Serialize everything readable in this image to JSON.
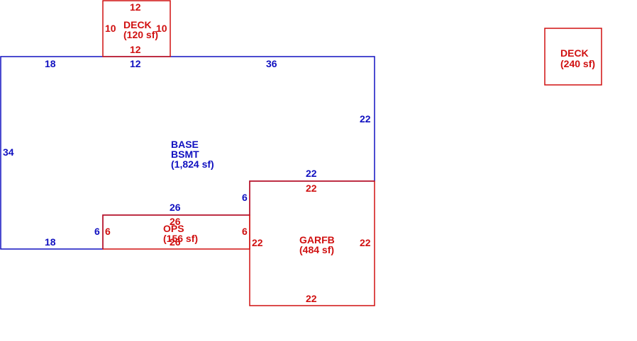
{
  "colors": {
    "blue": "#1010c0",
    "red": "#d01010"
  },
  "areas": [
    {
      "id": "deck-top",
      "color": "red",
      "lines": [
        "DECK",
        "(120 sf)"
      ],
      "dims": {
        "top": "12",
        "left": "10",
        "right": "10",
        "bottom": "12"
      }
    },
    {
      "id": "deck-right",
      "color": "red",
      "lines": [
        "DECK",
        "(240 sf)"
      ],
      "dims": {}
    },
    {
      "id": "base",
      "color": "blue",
      "lines": [
        "BASE",
        "BSMT",
        "(1,824 sf)"
      ],
      "dims": {
        "top_left": "18",
        "top_mid": "12",
        "top_right": "36",
        "right": "22",
        "left": "34",
        "step_top": "22",
        "step_side": "6",
        "notch_top": "26",
        "notch_side": "6",
        "bottom": "18"
      }
    },
    {
      "id": "ops",
      "color": "red",
      "lines": [
        "OPS",
        "(156 sf)"
      ],
      "dims": {
        "top": "26",
        "bottom": "26",
        "left": "6",
        "right": "6"
      }
    },
    {
      "id": "garfb",
      "color": "red",
      "lines": [
        "GARFB",
        "(484 sf)"
      ],
      "dims": {
        "top": "22",
        "left": "22",
        "right": "22",
        "bottom": "22"
      }
    }
  ]
}
